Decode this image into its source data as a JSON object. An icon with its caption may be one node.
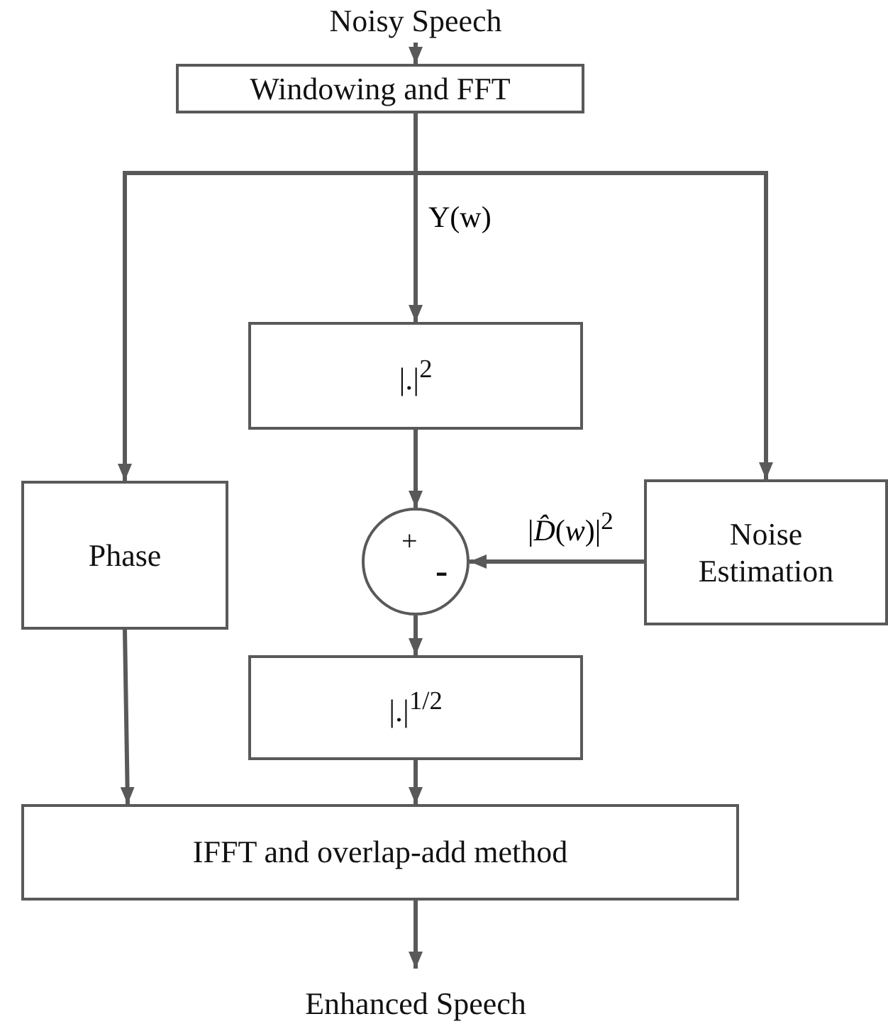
{
  "diagram": {
    "nodes": [
      {
        "text": [
          "Noisy Speech"
        ]
      },
      {
        "text": [
          "Windowing and FFT"
        ]
      },
      {
        "text": [
          "|.|$^{2}$"
        ]
      },
      {
        "text": [
          "Phase"
        ]
      },
      {
        "text": [
          "+",
          "-"
        ]
      },
      {
        "text": [
          "Noise Estimation"
        ]
      },
      {
        "text": [
          "|.|$^{1/2}$"
        ]
      },
      {
        "text": [
          "IFFT and overlap-add method"
        ]
      },
      {
        "text": [
          "Enhanced Speech"
        ]
      }
    ],
    "edges": [
      {
        "from": 0,
        "to": 1,
        "arrow": "to"
      },
      {
        "from": 1,
        "to": 2,
        "arrow": "to",
        "label": "Y(w)"
      },
      {
        "from": 1,
        "to": 3,
        "arrow": "to"
      },
      {
        "from": 1,
        "to": 5,
        "arrow": "to"
      },
      {
        "from": 2,
        "to": 4,
        "arrow": "to"
      },
      {
        "from": 5,
        "to": 4,
        "arrow": "to",
        "label": "|*D̂*(*w*)|$^{2}$"
      },
      {
        "from": 4,
        "to": 6,
        "arrow": "to"
      },
      {
        "from": 3,
        "to": 7,
        "arrow": "to"
      },
      {
        "from": 6,
        "to": 7,
        "arrow": "to"
      },
      {
        "from": 7,
        "to": 8,
        "arrow": "to"
      }
    ]
  }
}
